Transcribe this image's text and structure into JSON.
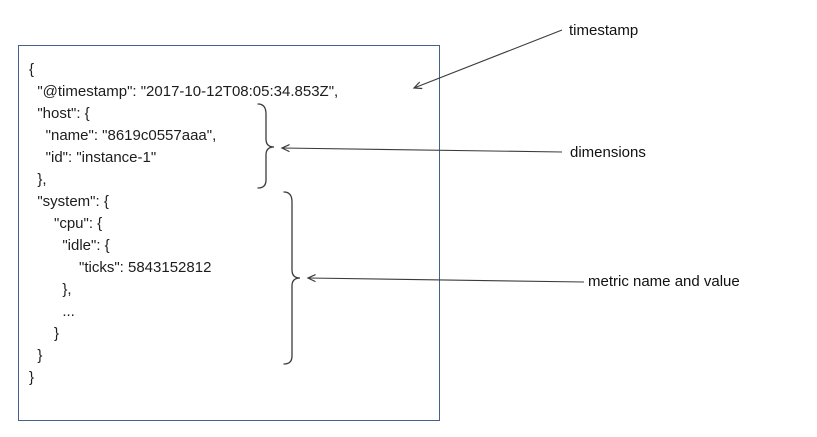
{
  "code": {
    "lines": [
      "{",
      "  \"@timestamp\": \"2017-10-12T08:05:34.853Z\",",
      "  \"host\": {",
      "    \"name\": \"8619c0557aaa\",",
      "    \"id\": \"instance-1\"",
      "  },",
      "  \"system\": {",
      "      \"cpu\": {",
      "        \"idle\": {",
      "            \"ticks\": 5843152812",
      "        },",
      "        ...",
      "      }",
      "  }",
      "}"
    ]
  },
  "annotations": {
    "timestamp": {
      "label": "timestamp"
    },
    "dimensions": {
      "label": "dimensions"
    },
    "metric": {
      "label": "metric name and value"
    }
  },
  "colors": {
    "box_border": "#44618b",
    "code_text": "#1d1d1d",
    "annotation_text": "#111111",
    "arrow": "#3b3b3b",
    "brace": "#3b3b3b"
  }
}
